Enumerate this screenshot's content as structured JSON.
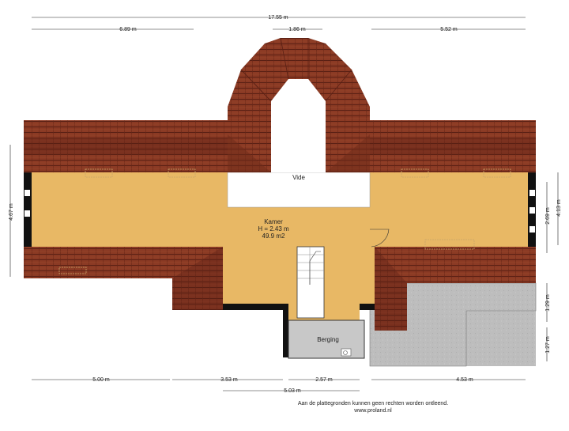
{
  "dimensions": {
    "top_total": "17.55 m",
    "top_left": "6.89 m",
    "top_middle": "1.86 m",
    "top_right": "5.52 m",
    "left_side": "4.67 m",
    "right_upper": "2.69 m",
    "right_total": "4.13 m",
    "right_lower_a": "1.29 m",
    "right_lower_b": "1.27 m",
    "bottom_a": "5.00 m",
    "bottom_b": "3.53 m",
    "bottom_c": "2.57 m",
    "bottom_d": "4.53 m",
    "bottom_span": "5.03 m"
  },
  "rooms": {
    "vide": "Vide",
    "kamer_name": "Kamer",
    "kamer_height": "H = 2.43 m",
    "kamer_area": "49.9 m2",
    "berging": "Berging"
  },
  "footer": {
    "disclaimer": "Aan de plattegronden kunnen geen rechten worden ontleend.",
    "website": "www.proland.nl"
  },
  "colors": {
    "floor": "#E8B865",
    "roof": "#8B3A24",
    "roof_dark": "#5A2014",
    "grey": "#C8C8C8",
    "terrace": "#BDBDBD",
    "wall": "#111111"
  }
}
